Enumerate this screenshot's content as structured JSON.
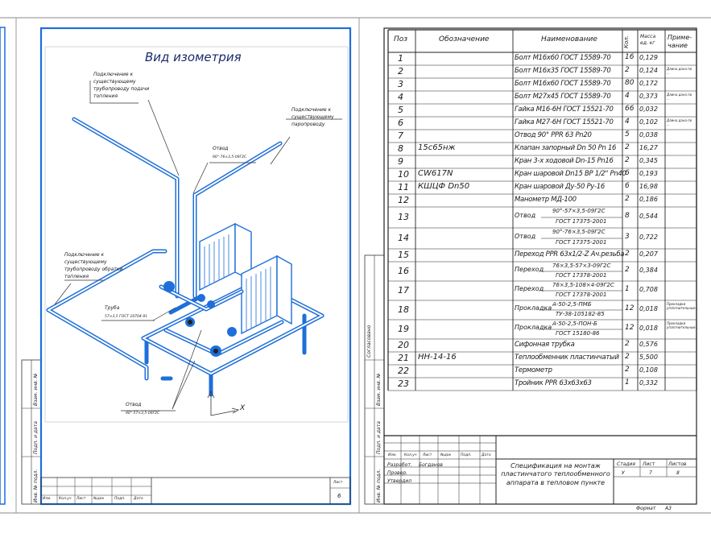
{
  "left_sheet": {
    "view_title": "Вид изометрия",
    "callouts": [
      "Подключение к существующему трубопроводу подачи топления",
      "Подключение к существующему паропроводу",
      "Отвод",
      "90°-76×3,5-09Г2С",
      "Подключение к существующему трубопроводу обратки топления",
      "Труба",
      "57×3,5 ГОСТ 10704-91",
      "Отвод",
      "90°-57×3,5-09Г2С"
    ],
    "axis_label": "X",
    "title_block": {
      "headers": [
        "Изм.",
        "Кол.уч",
        "Лист",
        "№док",
        "Подп.",
        "Дата"
      ],
      "sheet_label": "Лист",
      "sheet_number": "6"
    },
    "side_stamp": [
      "Взам. инв. №",
      "Подп. и дата",
      "Инв. № подл."
    ]
  },
  "spec": {
    "columns": [
      "Поз",
      "Обозначение",
      "Наименование",
      "Кол.",
      "Масса ед. кг",
      "Приме-чание"
    ],
    "rows": [
      {
        "pos": "1",
        "desig": "",
        "name": "Болт М16х60 ГОСТ 15589-70",
        "qty": "16",
        "mass": "0,129",
        "note": ""
      },
      {
        "pos": "2",
        "desig": "",
        "name": "Болт М16х35 ГОСТ 15589-70",
        "qty": "2",
        "mass": "0,124",
        "note": "Длина дана по ..."
      },
      {
        "pos": "3",
        "desig": "",
        "name": "Болт М16х60 ГОСТ 15589-70",
        "qty": "80",
        "mass": "0,172",
        "note": ""
      },
      {
        "pos": "4",
        "desig": "",
        "name": "Болт М27х45 ГОСТ 15589-70",
        "qty": "4",
        "mass": "0,373",
        "note": "Длина дана по ..."
      },
      {
        "pos": "5",
        "desig": "",
        "name": "Гайка М16-6Н ГОСТ 15521-70",
        "qty": "66",
        "mass": "0,032",
        "note": ""
      },
      {
        "pos": "6",
        "desig": "",
        "name": "Гайка М27-6Н ГОСТ 15521-70",
        "qty": "4",
        "mass": "0,102",
        "note": "Длина дана по ..."
      },
      {
        "pos": "7",
        "desig": "",
        "name": "Отвод 90° PPR 63 Pn20",
        "qty": "5",
        "mass": "0,038",
        "note": ""
      },
      {
        "pos": "8",
        "desig": "15с65нж",
        "name": "Клапан запорный Dn 50 Pn 16",
        "qty": "2",
        "mass": "16,27",
        "note": ""
      },
      {
        "pos": "9",
        "desig": "",
        "name": "Кран 3-х ходовой Dn-15 Pn16",
        "qty": "2",
        "mass": "0,345",
        "note": ""
      },
      {
        "pos": "10",
        "desig": "CW617N",
        "name": "Кран шаровой Dn15 BP 1/2\" Pn40",
        "qty": "6",
        "mass": "0,193",
        "note": ""
      },
      {
        "pos": "11",
        "desig": "КШЦФ Dn50",
        "name": "Кран шаровой Ду-50 Ру-16",
        "qty": "6",
        "mass": "16,98",
        "note": ""
      },
      {
        "pos": "12",
        "desig": "",
        "name": "Манометр МД-100",
        "qty": "2",
        "mass": "0,186",
        "note": ""
      },
      {
        "pos": "13",
        "desig": "",
        "name": "Отвод",
        "sub1": "90°-57×3,5-09Г2С",
        "sub2": "ГОСТ 17375-2001",
        "qty": "8",
        "mass": "0,544",
        "note": ""
      },
      {
        "pos": "14",
        "desig": "",
        "name": "Отвод",
        "sub1": "90°-76×3,5-09Г2С",
        "sub2": "ГОСТ 17375-2001",
        "qty": "3",
        "mass": "0,722",
        "note": ""
      },
      {
        "pos": "15",
        "desig": "",
        "name": "Переход PPR 63х1/2-Z Ач.резьба",
        "qty": "2",
        "mass": "0,207",
        "note": ""
      },
      {
        "pos": "16",
        "desig": "",
        "name": "Переход",
        "sub1": "76×3,5-57×3-09Г2С",
        "sub2": "ГОСТ 17378-2001",
        "qty": "2",
        "mass": "0,384",
        "note": ""
      },
      {
        "pos": "17",
        "desig": "",
        "name": "Переход",
        "sub1": "76×3,5-108×4-09Г2С",
        "sub2": "ГОСТ 17378-2001",
        "qty": "1",
        "mass": "0,708",
        "note": ""
      },
      {
        "pos": "18",
        "desig": "",
        "name": "Прокладка",
        "sub1": "А-50-2,5-ПМБ",
        "sub2": "ТУ-38-105182-85",
        "qty": "12",
        "mass": "0,018",
        "note": "Прокладки уплотнительные..."
      },
      {
        "pos": "19",
        "desig": "",
        "name": "Прокладка",
        "sub1": "А-50-2,5-ПОН-Б",
        "sub2": "ГОСТ 15180-86",
        "qty": "12",
        "mass": "0,018",
        "note": "Прокладки уплотнительные..."
      },
      {
        "pos": "20",
        "desig": "",
        "name": "Сифонная трубка",
        "qty": "2",
        "mass": "0,576",
        "note": ""
      },
      {
        "pos": "21",
        "desig": "НН-14-16",
        "name": "Теплообменник пластинчатый",
        "qty": "2",
        "mass": "5,500",
        "note": ""
      },
      {
        "pos": "22",
        "desig": "",
        "name": "Термометр",
        "qty": "2",
        "mass": "0,108",
        "note": ""
      },
      {
        "pos": "23",
        "desig": "",
        "name": "Тройник PPR 63х63х63",
        "qty": "1",
        "mass": "0,332",
        "note": ""
      }
    ],
    "title_block": {
      "headers": [
        "Изм.",
        "Кол.уч",
        "Лист",
        "№док",
        "Подп.",
        "Дата"
      ],
      "roles": [
        "Разработ.",
        "Провер.",
        "Утвердил"
      ],
      "developer": "Богданов",
      "title": "Спецификация на монтаж пластинчатого теплообменного аппарата в тепловом пункте",
      "stage_headers": [
        "Стадия",
        "Лист",
        "Листов"
      ],
      "stage_values": [
        "У",
        "7",
        "8"
      ],
      "format_label": "Формат",
      "format_value": "А3"
    },
    "side_stamp": [
      "Согласовано",
      "Взам. инв. №",
      "Подп. и дата",
      "Инв. № подл."
    ]
  }
}
